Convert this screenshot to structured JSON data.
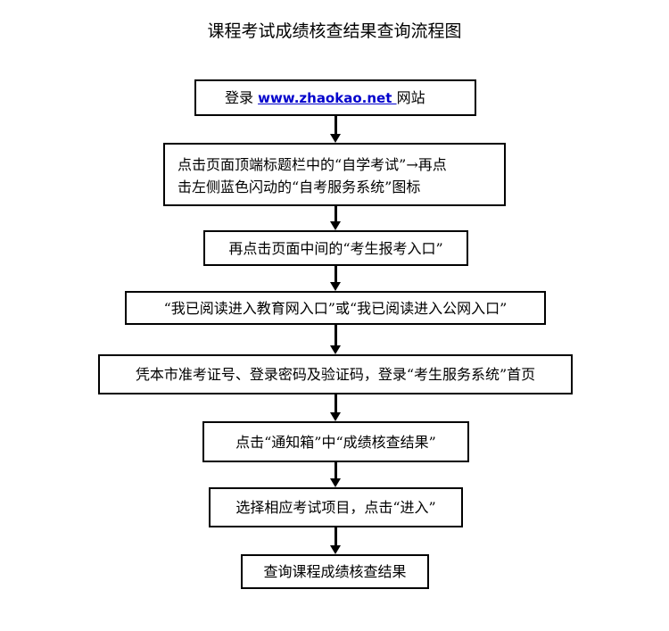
{
  "title": "课程考试成绩核查结果查询流程图",
  "steps": {
    "s1": {
      "prefix": "登录 ",
      "link": "www.zhaokao.net ",
      "suffix": "网站"
    },
    "s2": {
      "line1": "点击页面顶端标题栏中的“自学考试”→再点",
      "line2": "击左侧蓝色闪动的“自考服务系统”图标"
    },
    "s3": "再点击页面中间的“考生报考入口”",
    "s4": "“我已阅读进入教育网入口”或“我已阅读进入公网入口”",
    "s5": "凭本市准考证号、登录密码及验证码，登录“考生服务系统”首页",
    "s6": "点击“通知箱”中“成绩核查结果”",
    "s7": "选择相应考试项目，点击“进入”",
    "s8": "查询课程成绩核查结果"
  },
  "colors": {
    "link": "#0000cc",
    "line": "#000000"
  }
}
